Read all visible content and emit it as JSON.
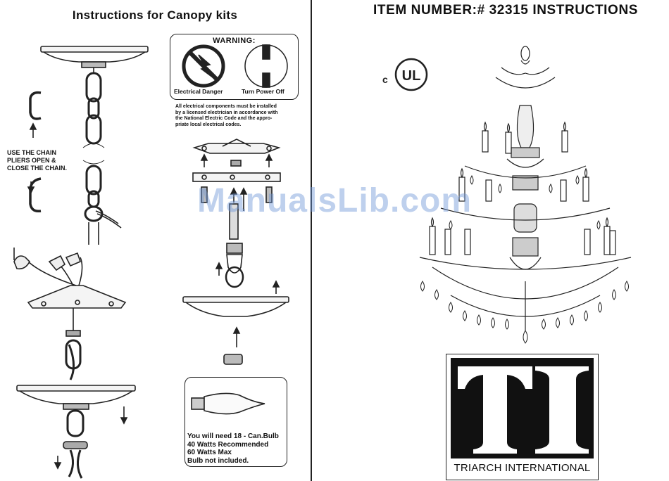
{
  "left_page": {
    "title": "Instructions for Canopy kits",
    "chain_note": [
      "USE THE CHAIN",
      "PLIERS OPEN &",
      "CLOSE THE CHAIN."
    ],
    "warning": {
      "title": "WARNING:",
      "danger_label": "Electrical Danger",
      "power_label": "Turn Power Off",
      "note": [
        "All electrical components must be installed",
        "by a licensed electrician in accordance with",
        "the National Electric Code and the appro-",
        "priate local electrical codes."
      ]
    },
    "bulb_info": [
      "You will need 18 - Can.Bulb",
      "40 Watts Recommended",
      "60 Watts Max",
      "Bulb not included."
    ]
  },
  "right_page": {
    "title": "ITEM NUMBER:# 32315   INSTRUCTIONS",
    "cert": {
      "c": "c",
      "mark": "UL"
    },
    "logo": {
      "letters": "TI",
      "name": "TRIARCH INTERNATIONAL"
    }
  },
  "watermark": "ManualsLib.com"
}
